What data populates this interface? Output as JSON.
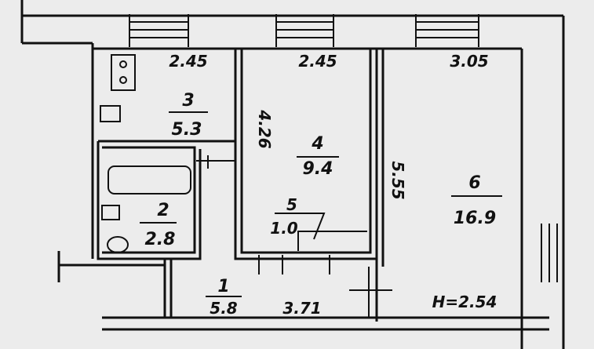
{
  "plan": {
    "ceiling_height": "H=2.54",
    "dimensions": {
      "kitchen_width": "2.45",
      "room4_width": "2.45",
      "room6_width": "3.05",
      "room4_length": "4.26",
      "room6_length": "5.55",
      "hall_length": "3.71"
    },
    "rooms": [
      {
        "number": "1",
        "area": "5.8"
      },
      {
        "number": "2",
        "area": "2.8"
      },
      {
        "number": "3",
        "area": "5.3"
      },
      {
        "number": "4",
        "area": "9.4"
      },
      {
        "number": "5",
        "area": "1.0"
      },
      {
        "number": "6",
        "area": "16.9"
      }
    ]
  }
}
